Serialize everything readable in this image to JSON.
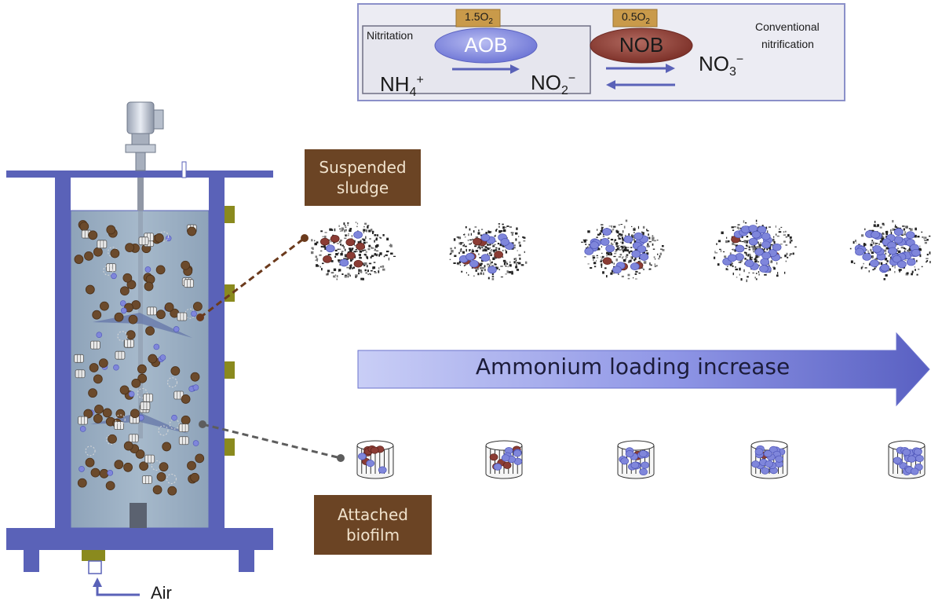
{
  "legend_box": {
    "nitritation_label": "Nitritation",
    "conventional_line1": "Conventional",
    "conventional_line2": "nitrification",
    "aob": {
      "label": "AOB",
      "oxygen": "1.5O",
      "oxygen_sub": "2"
    },
    "nob": {
      "label": "NOB",
      "oxygen": "0.5O",
      "oxygen_sub": "2"
    },
    "ammonium": {
      "base": "NH",
      "sub": "4",
      "sup": "+"
    },
    "nitrite": {
      "base": "NO",
      "sub": "2",
      "sup": "−"
    },
    "nitrate": {
      "base": "NO",
      "sub": "3",
      "sup": "−"
    }
  },
  "labels": {
    "suspended_line1": "Suspended",
    "suspended_line2": "sludge",
    "attached_line1": "Attached",
    "attached_line2": "biofilm",
    "arrow_text": "Ammonium loading increase",
    "air": "Air"
  },
  "progression": {
    "stages": 5,
    "nob_fraction": [
      0.55,
      0.35,
      0.15,
      0.07,
      0.0
    ]
  },
  "colors": {
    "frame": "#5a62b8",
    "tank_water": "#93a8bd",
    "aob": "#7f86db",
    "nob": "#8b3c34",
    "brown_label": "#6b4424",
    "port": "#8a8a1e",
    "oxygen_tag": "#c99a4a"
  }
}
